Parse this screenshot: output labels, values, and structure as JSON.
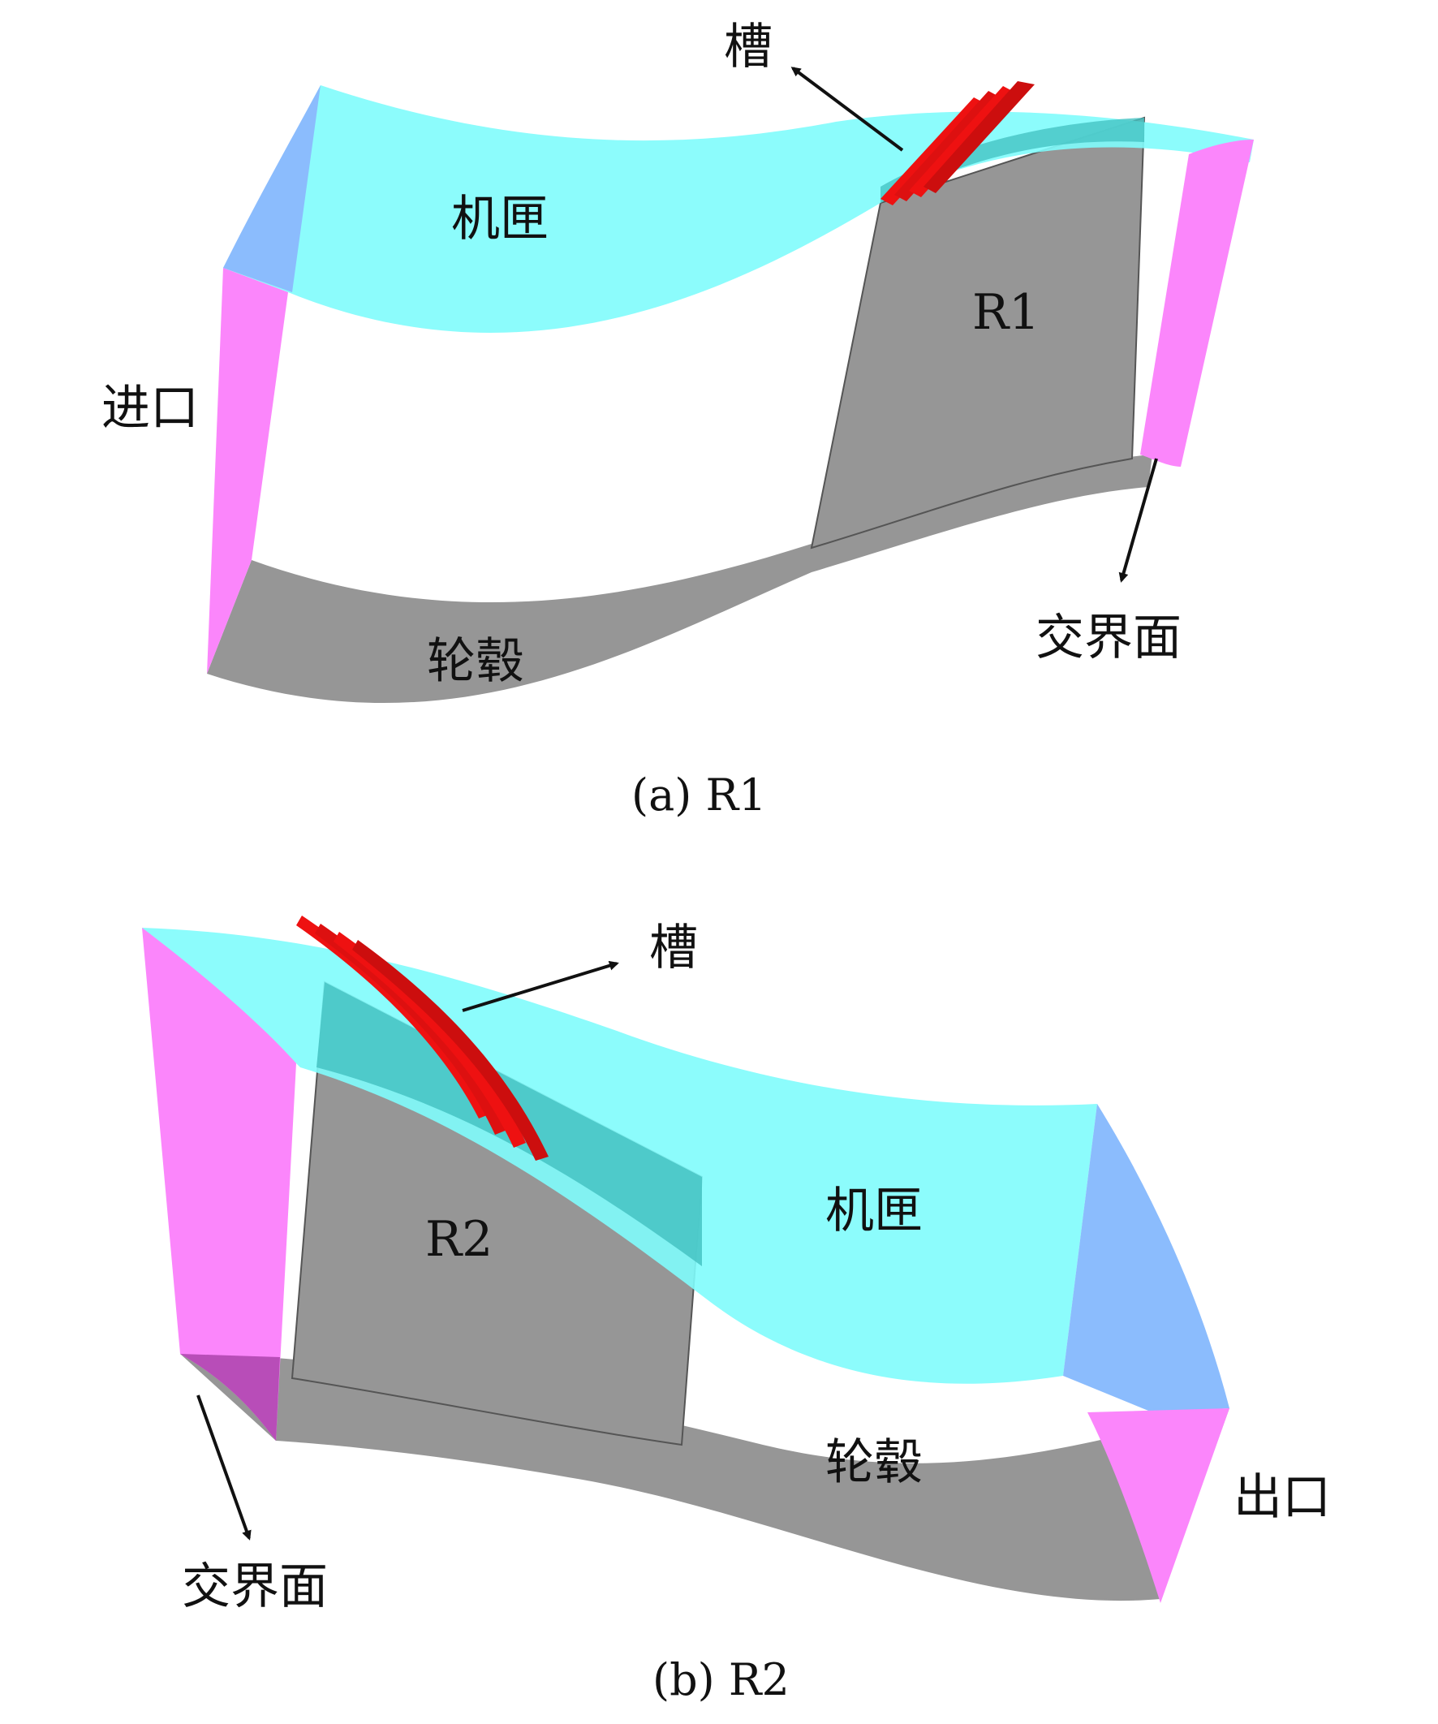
{
  "colors": {
    "casing": "#7ffcfc",
    "blade": "#969696",
    "inlet_outlet": "#fb86fb",
    "overlap_blue": "#8bbcfd",
    "groove": "#ee1111",
    "arrow": "#111111"
  },
  "panel_a": {
    "caption": "(a) R1",
    "labels": {
      "groove": "槽",
      "casing": "机匣",
      "blade": "R1",
      "inlet": "进口",
      "hub": "轮毂",
      "interface": "交界面"
    }
  },
  "panel_b": {
    "caption": "(b) R2",
    "labels": {
      "groove": "槽",
      "blade": "R2",
      "casing": "机匣",
      "hub": "轮毂",
      "outlet": "出口",
      "interface": "交界面"
    }
  }
}
